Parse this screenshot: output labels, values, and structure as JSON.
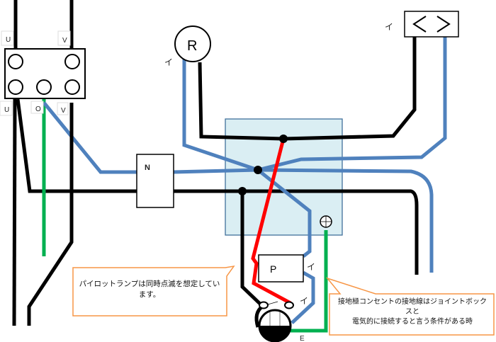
{
  "terminal_labels": {
    "top_left": "U",
    "top_right": "V",
    "bottom_left": "U",
    "bottom_mid": "O",
    "bottom_right": "V"
  },
  "neutral_box_label": "N",
  "lamp_label": "R",
  "pilot_label": "P",
  "ground_label": "E",
  "switch_mark": "イ",
  "callouts": {
    "pilot": {
      "line1": "パイロットランプは同時点滅を想定してい",
      "line2": "ます。"
    },
    "ground": {
      "line1": "接地極コンセントの接地線はジョイントボック",
      "line2": "スと",
      "line3": "電気的に接続すると言う条件がある時"
    }
  },
  "colors": {
    "black_wire": "#000000",
    "white_wire": "#4f81bd",
    "ground_wire": "#00b050",
    "red_wire": "#ff0000",
    "junction_box": "#daeef3",
    "callout_border": "#f79646"
  }
}
